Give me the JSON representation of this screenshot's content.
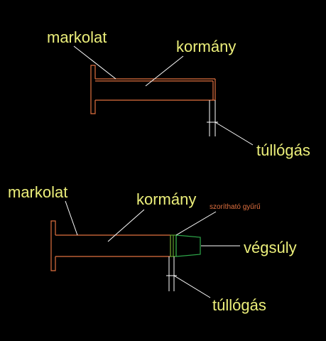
{
  "colors": {
    "background": "#000000",
    "label_text": "#ecef7a",
    "leader_line": "#ffffff",
    "handlebar": "#e0703f",
    "clamp_ring": "#5aa02c",
    "bar_end_weight": "#2ea84a",
    "small_label_text": "#e0703f",
    "dimension_line": "#ffffff"
  },
  "diagram_top": {
    "label_grip": "markolat",
    "label_handlebar": "kormány",
    "label_overhang": "túllógás"
  },
  "diagram_bottom": {
    "label_grip": "markolat",
    "label_handlebar": "kormány",
    "label_clamp_ring": "szorítható gyűrű",
    "label_bar_end_weight": "végsúly",
    "label_overhang": "túllógás"
  }
}
